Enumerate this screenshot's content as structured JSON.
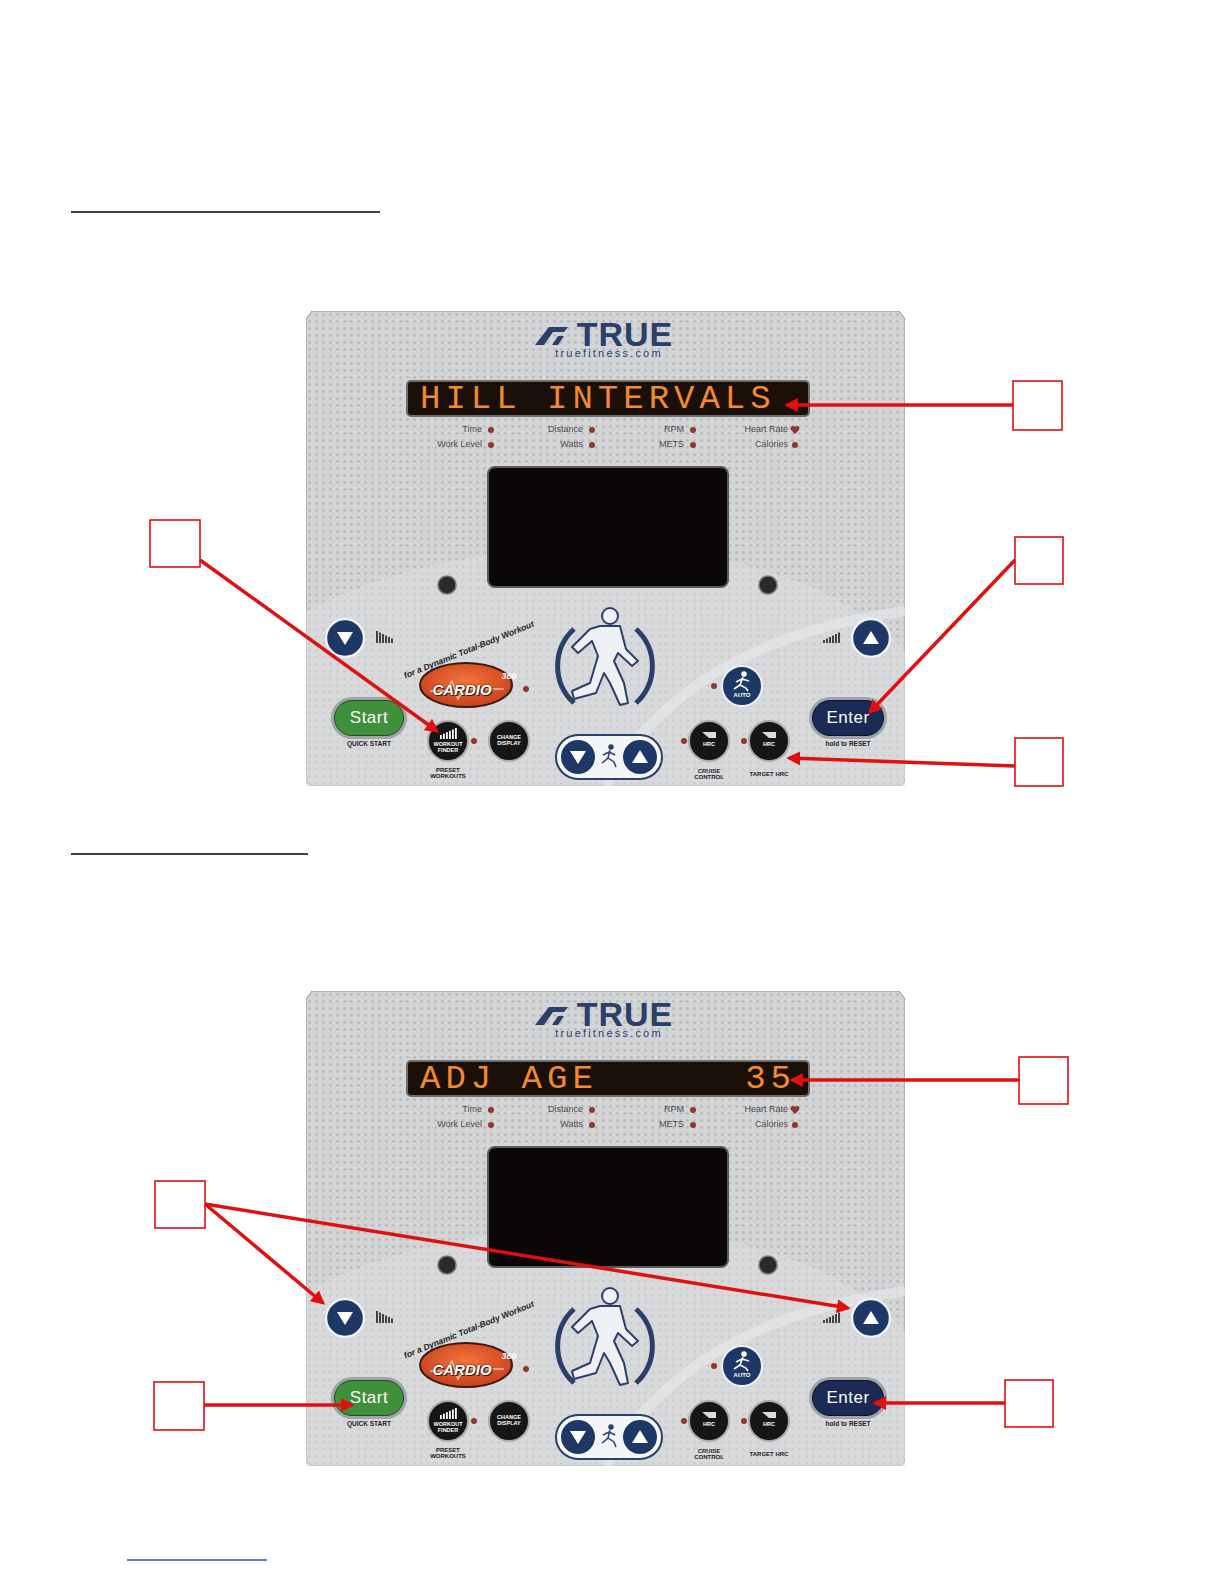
{
  "diagram": {
    "nodes": [
      {
        "text": [
          "TRUE",
          "truefitness.com"
        ]
      },
      {
        "text": [
          "HILL INTERVALS"
        ],
        "in": 0
      },
      {
        "text": [
          "Start"
        ],
        "in": 0
      },
      {
        "text": [
          "Enter"
        ],
        "in": 0
      },
      {
        "text": [
          "TRUE",
          "truefitness.com"
        ]
      },
      {
        "text": [
          "ADJ AGE",
          "35"
        ],
        "in": 4
      },
      {
        "text": [
          "Start"
        ],
        "in": 4
      },
      {
        "text": [
          "Enter"
        ],
        "in": 4
      }
    ],
    "labels": [
      "Time",
      "Work Level",
      "Distance",
      "Watts",
      "RPM",
      "METS",
      "Heart Rate",
      "Calories",
      "for a Dynamic Total-Body Workout",
      "CARDIO",
      "360",
      "QUICK START",
      "WORKOUT FINDER",
      "PRESET WORKOUTS",
      "CHANGE DISPLAY",
      "AUTO",
      "HRC",
      "CRUISE CONTROL",
      "HRC",
      "TARGET HRC",
      "hold to RESET",
      "Time",
      "Work Level",
      "Distance",
      "Watts",
      "RPM",
      "METS",
      "Heart Rate",
      "Calories",
      "for a Dynamic Total-Body Workout",
      "CARDIO",
      "360",
      "QUICK START",
      "WORKOUT FINDER",
      "PRESET WORKOUTS",
      "CHANGE DISPLAY",
      "AUTO",
      "HRC",
      "CRUISE CONTROL",
      "HRC",
      "TARGET HRC",
      "hold to RESET"
    ]
  }
}
